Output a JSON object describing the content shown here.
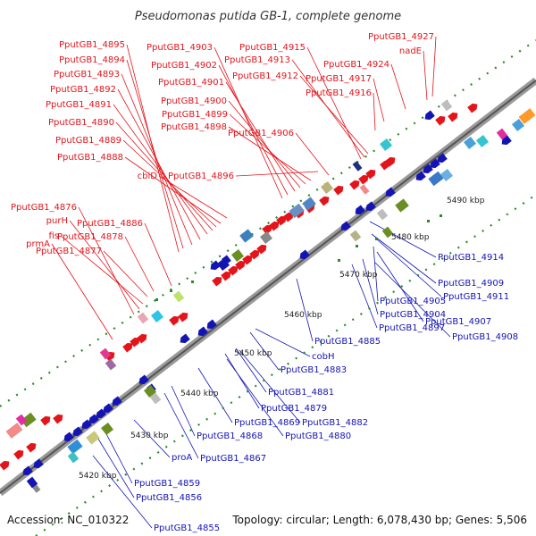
{
  "title": "Pseudomonas putida GB-1, complete genome",
  "footer": {
    "accession": "Accession: NC_010322",
    "topology": "Topology: circular; Length: 6,078,430 bp; Genes: 5,506"
  },
  "scale_labels": [
    "5420 kbp",
    "5430 kbp",
    "5440 kbp",
    "5450 kbp",
    "5460 kbp",
    "5470 kbp",
    "5480 kbp",
    "5490 kbp"
  ],
  "red_labels": [
    "PputGB1_4895",
    "PputGB1_4894",
    "PputGB1_4893",
    "PputGB1_4892",
    "PputGB1_4891",
    "PputGB1_4890",
    "PputGB1_4889",
    "PputGB1_4888",
    "cbiD",
    "PputGB1_4876",
    "purH",
    "fis",
    "prmA",
    "PputGB1_4877",
    "PputGB1_4878",
    "PputGB1_4886",
    "PputGB1_4903",
    "PputGB1_4902",
    "PputGB1_4901",
    "PputGB1_4900",
    "PputGB1_4899",
    "PputGB1_4898",
    "PputGB1_4896",
    "PputGB1_4915",
    "PputGB1_4913",
    "PputGB1_4912",
    "PputGB1_4906",
    "PputGB1_4927",
    "nadE",
    "PputGB1_4924",
    "PputGB1_4917",
    "PputGB1_4916"
  ],
  "blue_labels": [
    "PputGB1_4914",
    "PputGB1_4909",
    "PputGB1_4911",
    "PputGB1_4905",
    "PputGB1_4907",
    "PputGB1_4904",
    "PputGB1_4908",
    "PputGB1_4897",
    "PputGB1_4885",
    "cobH",
    "PputGB1_4883",
    "PputGB1_4881",
    "PputGB1_4879",
    "PputGB1_4882",
    "PputGB1_4869",
    "PputGB1_4880",
    "PputGB1_4868",
    "PputGB1_4867",
    "proA",
    "PputGB1_4859",
    "PputGB1_4856",
    "PputGB1_4855"
  ],
  "colors": {
    "forward": "#e4141b",
    "reverse": "#1414b4",
    "backbone": "#9a9a9a"
  }
}
